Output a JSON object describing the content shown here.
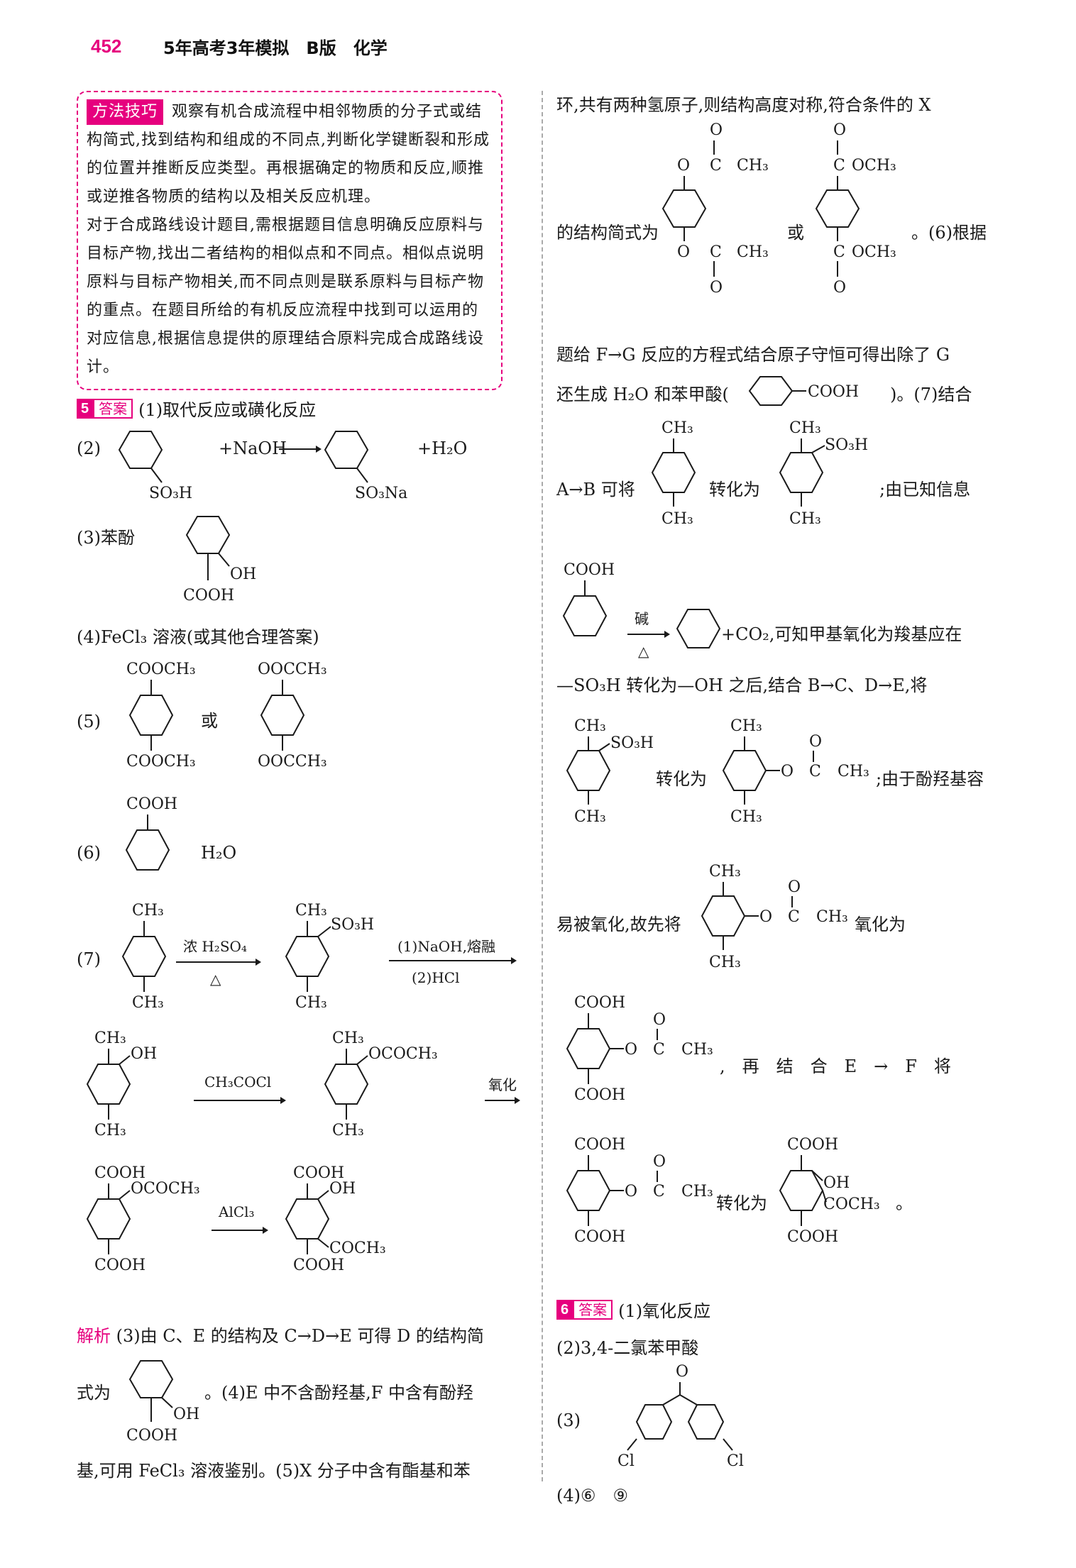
{
  "header": {
    "page_number": "452",
    "book_title": "5年高考3年模拟　B版　化学"
  },
  "tips": {
    "tag": "方法技巧",
    "p1": "观察有机合成流程中相邻物质的分子式或结构简式,找到结构和组成的不同点,判断化学键断裂和形成的位置并推断反应类型。再根据确定的物质和反应,顺推或逆推各物质的结构以及相关反应机理。",
    "p2": "对于合成路线设计题目,需根据题目信息明确反应原料与目标产物,找出二者结构的相似点和不同点。相似点说明原料与目标产物相关,而不同点则是联系原料与目标产物的重点。在题目所给的有机反应流程中找到可以运用的对应信息,根据信息提供的原理结合原料完成合成路线设计。"
  },
  "answer5": {
    "num": "5",
    "tag": "答案",
    "a1": "(1)取代反应或磺化反应",
    "a2_label": "(2)",
    "a2_reagent": "+NaOH",
    "a2_water": "+H₂O",
    "so3h": "SO₃H",
    "so3na": "SO₃Na",
    "a3_label": "(3)苯酚",
    "oh": "OH",
    "cooh": "COOH",
    "a4": "(4)FeCl₃ 溶液(或其他合理答案)",
    "a5_label": "(5)",
    "or": "或",
    "cooch3": "COOCH₃",
    "oocch3": "OOCCH₃",
    "a6_label": "(6)",
    "h2o": "H₂O",
    "a7_label": "(7)",
    "ch3": "CH₃",
    "r1_top": "浓 H₂SO₄",
    "r1_bot": "△",
    "r2_top": "(1)NaOH,熔融",
    "r2_bot": "(2)HCl",
    "r3": "CH₃COCl",
    "ococh3": "OCOCH₃",
    "r4": "氧化",
    "r5": "AlCl₃",
    "coch3": "COCH₃"
  },
  "analysis": {
    "tag": "解析",
    "l1": "(3)由 C、E 的结构及 C→D→E 可得 D 的结构简",
    "l2a": "式为",
    "l2b": "。(4)E 中不含酚羟基,F 中含有酚羟",
    "l3": "基,可用 FeCl₃ 溶液鉴别。(5)X 分子中含有酯基和苯"
  },
  "right": {
    "l1": "环,共有两种氢原子,则结构高度对称,符合条件的 X",
    "l2a": "的结构简式为",
    "l2b": "或",
    "l2c": "。(6)根据",
    "o": "O",
    "och3": "OCH₃",
    "c": "C",
    "l3": "题给 F→G 反应的方程式结合原子守恒可得出除了 G",
    "l4a": "还生成 H₂O 和苯甲酸(",
    "l4b": ")。(7)结合",
    "l5a": "A→B 可将",
    "l5b": "转化为",
    "l5c": ";由已知信息",
    "base": "碱",
    "heat": "△",
    "l6": "+CO₂,可知甲基氧化为羧基应在",
    "l7": "—SO₃H 转化为—OH 之后,结合 B→C、D→E,将",
    "l8a": "转化为",
    "l8b": ";由于酚羟基容",
    "l9a": "易被氧化,故先将",
    "l9b": "氧化为",
    "l10": ",　再　结　合　E　→　F　将",
    "l11a": "转化为",
    "l11b": "。"
  },
  "answer6": {
    "num": "6",
    "tag": "答案",
    "a1": "(1)氧化反应",
    "a2": "(2)3,4-二氯苯甲酸",
    "a3_label": "(3)",
    "cl": "Cl",
    "a4": "(4)⑥　⑨"
  }
}
